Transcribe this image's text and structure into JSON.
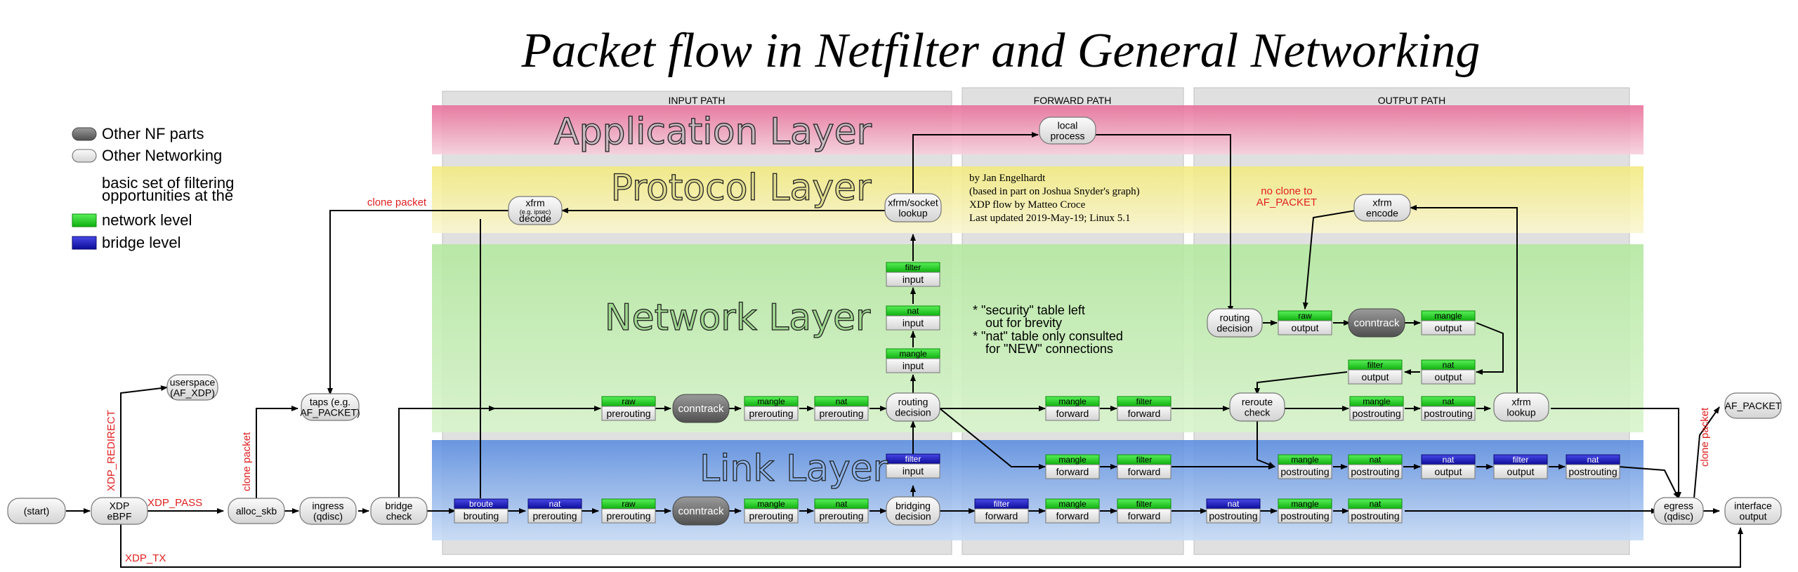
{
  "title": "Packet flow in Netfilter and General Networking",
  "paths": {
    "input": "INPUT PATH",
    "forward": "FORWARD PATH",
    "output": "OUTPUT PATH"
  },
  "layers": {
    "application": "Application Layer",
    "protocol": "Protocol Layer",
    "network": "Network Layer",
    "link": "Link Layer"
  },
  "legend": {
    "other_nf": "Other NF parts",
    "other_networking": "Other Networking",
    "basic_set_line1": "basic set of filtering",
    "basic_set_line2": "opportunities at the",
    "network_level": "network level",
    "bridge_level": "bridge level"
  },
  "credits": {
    "line1": "by Jan Engelhardt",
    "line2": "(based in part on Joshua Snyder's graph)",
    "line3": "XDP flow by Matteo Croce",
    "line4": "Last updated 2019-May-19; Linux 5.1"
  },
  "notes": {
    "security_1": "* \"security\" table left",
    "security_2": "out for brevity",
    "nat_1": "* \"nat\" table only consulted",
    "nat_2": "for \"NEW\" connections"
  },
  "edge_labels": {
    "clone_packet_top": "clone packet",
    "clone_packet_mid": "clone packet",
    "clone_packet_right": "clone packet",
    "xdp_redirect": "XDP_REDIRECT",
    "xdp_pass": "XDP_PASS",
    "xdp_tx": "XDP_TX",
    "no_clone_1": "no clone to",
    "no_clone_2": "AF_PACKET"
  },
  "nodes": {
    "start": [
      "(start)"
    ],
    "xdp_ebpf": [
      "XDP",
      "eBPF"
    ],
    "userspace": [
      "userspace",
      "(AF_XDP)"
    ],
    "alloc_skb": [
      "alloc_skb"
    ],
    "ingress": [
      "ingress",
      "(qdisc)"
    ],
    "taps": [
      "taps (e.g.",
      "AF_PACKET)"
    ],
    "bridge_check": [
      "bridge",
      "check"
    ],
    "xfrm_decode": [
      "xfrm",
      "(e.g. ipsec)",
      "decode"
    ],
    "xfrm_socket_lookup": [
      "xfrm/socket",
      "lookup"
    ],
    "local_process": [
      "local",
      "process"
    ],
    "routing_decision_in": [
      "routing",
      "decision"
    ],
    "bridging_decision": [
      "bridging",
      "decision"
    ],
    "routing_decision_out": [
      "routing",
      "decision"
    ],
    "reroute_check": [
      "reroute",
      "check"
    ],
    "xfrm_lookup": [
      "xfrm",
      "lookup"
    ],
    "xfrm_encode": [
      "xfrm",
      "encode"
    ],
    "egress": [
      "egress",
      "(qdisc)"
    ],
    "interface_output": [
      "interface",
      "output"
    ],
    "af_packet_out": [
      "AF_PACKET"
    ]
  },
  "hooks": {
    "net_raw_prerouting": [
      "raw",
      "prerouting"
    ],
    "net_mangle_prerouting": [
      "mangle",
      "prerouting"
    ],
    "net_nat_prerouting": [
      "nat",
      "prerouting"
    ],
    "net_mangle_input": [
      "mangle",
      "input"
    ],
    "net_nat_input": [
      "nat",
      "input"
    ],
    "net_filter_input": [
      "filter",
      "input"
    ],
    "net_mangle_forward": [
      "mangle",
      "forward"
    ],
    "net_filter_forward": [
      "filter",
      "forward"
    ],
    "net_raw_output": [
      "raw",
      "output"
    ],
    "net_mangle_output": [
      "mangle",
      "output"
    ],
    "net_nat_output": [
      "nat",
      "output"
    ],
    "net_filter_output": [
      "filter",
      "output"
    ],
    "net_mangle_postrouting": [
      "mangle",
      "postrouting"
    ],
    "net_nat_postrouting": [
      "nat",
      "postrouting"
    ],
    "br_broute_brouting": [
      "broute",
      "brouting"
    ],
    "br_nat_prerouting": [
      "nat",
      "prerouting"
    ],
    "brl_raw_prerouting": [
      "raw",
      "prerouting"
    ],
    "brl_mangle_prerouting": [
      "mangle",
      "prerouting"
    ],
    "brl_nat_prerouting": [
      "nat",
      "prerouting"
    ],
    "br_filter_input": [
      "filter",
      "input"
    ],
    "brl_mangle_forward": [
      "mangle",
      "forward"
    ],
    "brl_filter_forward": [
      "filter",
      "forward"
    ],
    "br_filter_forward": [
      "filter",
      "forward"
    ],
    "brl2_mangle_forward": [
      "mangle",
      "forward"
    ],
    "brl2_filter_forward": [
      "filter",
      "forward"
    ],
    "brl_mangle_postrouting": [
      "mangle",
      "postrouting"
    ],
    "brl_nat_postrouting": [
      "nat",
      "postrouting"
    ],
    "br_nat_output": [
      "nat",
      "output"
    ],
    "br_filter_output": [
      "filter",
      "output"
    ],
    "br_nat_postrouting": [
      "nat",
      "postrouting"
    ],
    "br_nat_postrouting2": [
      "nat",
      "postrouting"
    ],
    "brl2_mangle_postrouting": [
      "mangle",
      "postrouting"
    ],
    "brl2_nat_postrouting": [
      "nat",
      "postrouting"
    ]
  },
  "conntrack": "conntrack",
  "colors": {
    "application_band": "#e8709a",
    "protocol_band": "#f0e878",
    "network_band": "#a8e090",
    "link_band": "#6090e0",
    "path_box": "#e0e0e0",
    "network_hook": "#20d020",
    "bridge_hook": "#1818c8",
    "edge": "#000000",
    "edge_label": "#e02020",
    "conntrack": "#707070"
  }
}
